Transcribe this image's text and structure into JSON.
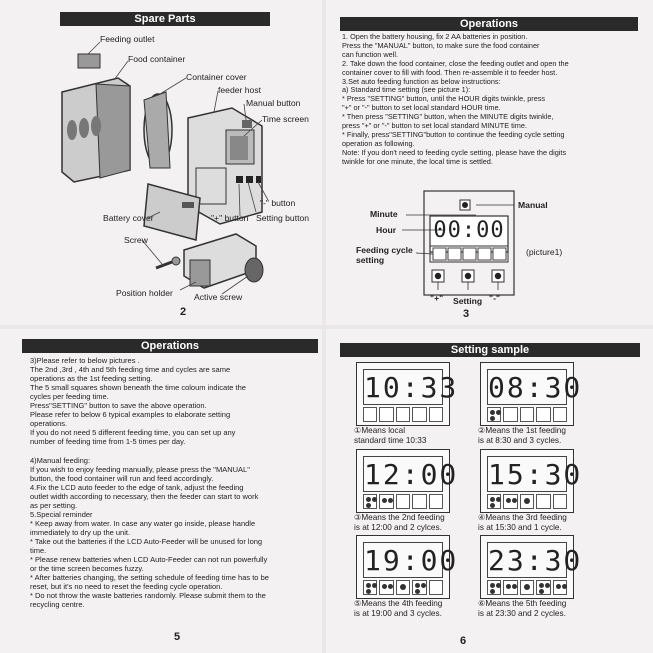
{
  "spare_parts": {
    "header": "Spare Parts",
    "labels": [
      "Feeding outlet",
      "Food container",
      "Container cover",
      "feeder host",
      "Manual button",
      "Time screen",
      "\"-\" button",
      "Setting button",
      "\"+\" button",
      "Battery cover",
      "Screw",
      "Position holder",
      "Active screw"
    ],
    "page": "2"
  },
  "operations1": {
    "header": "Operations",
    "text": "1. Open the battery housing, fix 2 AA batteries in position.\n    Press the \"MANUAL\" button, to make sure the food container\n    can function well.\n2. Take down the food container, close the feeding outlet and open the\n    container cover to fill with food. Then re-assemble it to feeder host.\n3.Set auto feeding function as below instructions:\na) Standard time setting (see picture 1):\n  * Press \"SETTING\" button, until the HOUR digits twinkle, press\n    \"+\" or \"-\" button to set local standard HOUR time.\n  * Then press \"SETTING\" button, when the MINUTE digits twinkle,\n    press \"+\" or \"-\" button to set local standard MINUTE time.\n  * Finally, press\"SETTING\"button to continue the feeding cycle setting\n    operation as following.\n    Note: If you don't need to feeding cycle setting, please have the digits\n    twinkle for one minute, the local time is settled.",
    "diagram": {
      "time": "00:00",
      "minute": "Minute",
      "hour": "Hour",
      "feeding_cycle": "Feeding cycle\nsetting",
      "manual": "Manual",
      "picture": "(picture1)",
      "plus": "\"+\"",
      "setting": "Setting",
      "minus": "\"-\""
    },
    "page": "3"
  },
  "operations2": {
    "header": "Operations",
    "text": "3)Please refer to below  pictures .\n   The 2nd ,3rd , 4th and 5th feeding time and cycles are same\n   operations as the 1st feeding setting.\n   The 5 small squares shown beneath the time coloum indicate the\n   cycles per feeding time.\n   Press\"SETTING\" button to save the above operation.\n   Please refer to below 6 typical examples to elaborate setting\n   operations.\n   If you do not need 5 different feeding time, you can set up any\n   number of feeding time from 1-5 times per day.\n\n4)Manual feeding:\nIf you wish to enjoy feeding manually, please press the \"MANUAL\"\nbutton, the food container will run and feed accordingly.\n4.Fix the LCD auto feeder to the edge of tank, adjust the feeding\n   outlet width according to necessary, then the feeder can start to work\n   as per setting.\n5.Special reminder\n  * Keep away from water. In case any water go inside, please handle\n     immediately to dry up the unit.\n  * Take out the batteries if the LCD Auto-Feeder will be unused for long\n     time.\n  * Please renew batteries when LCD Auto-Feeder can not run powerfully\n     or the time screen becomes fuzzy.\n  * After batteries changing, the setting schedule of feeding time has to be\n     reset, but it's no need to reset the feeding cycle operation.\n  * Do not throw the waste batteries randomly.  Please submit them to the\n     recycling centre.",
    "page": "5"
  },
  "setting_sample": {
    "header": "Setting sample",
    "samples": [
      {
        "time": "10:33",
        "caption": "①Means local\nstandard time 10:33",
        "slots": [
          0,
          0,
          0,
          0,
          0
        ]
      },
      {
        "time": "08:30",
        "caption": "②Means the 1st feeding\nis at 8:30 and 3 cycles.",
        "slots": [
          3,
          0,
          0,
          0,
          0
        ]
      },
      {
        "time": "12:00",
        "caption": "③Means the 2nd feeding\nis at 12:00 and 2 cylces.",
        "slots": [
          3,
          2,
          0,
          0,
          0
        ]
      },
      {
        "time": "15:30",
        "caption": "④Means the 3rd feeding\nis at 15:30 and 1 cycle.",
        "slots": [
          3,
          2,
          1,
          0,
          0
        ]
      },
      {
        "time": "19:00",
        "caption": "⑤Means the 4th feeding\nis at 19:00 and 3 cycles.",
        "slots": [
          3,
          2,
          1,
          3,
          0
        ]
      },
      {
        "time": "23:30",
        "caption": "⑥Means the 5th feeding\nis at 23:30 and 2 cycles.",
        "slots": [
          3,
          2,
          1,
          3,
          2
        ]
      }
    ],
    "page": "6"
  }
}
